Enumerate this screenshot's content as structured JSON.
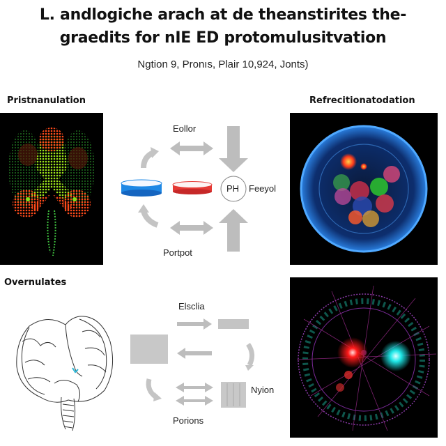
{
  "header": {
    "title_line1": "L. andlogiche arach at de theanstirites the-",
    "title_line2": "graedits for nIE ED protomulusitvation",
    "subtitle": "Ngtion 9, Pronıs, Plair 10,924, Jonts)"
  },
  "top_section": {
    "left_label": "Pristnanulation",
    "right_label": "Refrecitionatodation",
    "diagram": {
      "top_label": "Eollor",
      "bottom_label": "Portpot",
      "circle_label": "PH",
      "circle_side_label": "Feeyol",
      "disc_left_color": "#1e88e5",
      "disc_right_color": "#e53935"
    }
  },
  "bottom_section": {
    "left_label": "Overnulates",
    "diagram": {
      "top_label": "Elsclia",
      "bottom_label": "Porions",
      "side_label": "Nyion"
    }
  },
  "colors": {
    "arrow_gray": "#bdbdbd",
    "block_gray": "#c4c4c4",
    "panel_bg": "#000000"
  }
}
